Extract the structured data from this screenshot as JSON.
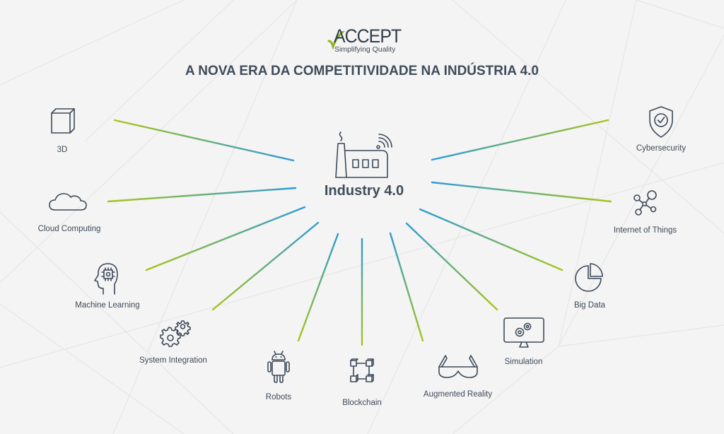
{
  "logo": {
    "wordmark": "ACCEPT",
    "tagline": "Simplifying Quality",
    "check_color": "#8fb31f",
    "text_color": "#2f3d4c"
  },
  "title": "A NOVA ERA DA COMPETITIVIDADE NA INDÚSTRIA 4.0",
  "hub": {
    "label": "Industry 4.0",
    "icon": "factory-icon"
  },
  "colors": {
    "background": "#f4f4f4",
    "icon_stroke": "#3d4a59",
    "line_inner": "#2a9bd6",
    "line_outer": "#a8c418"
  },
  "nodes": [
    {
      "id": "3d",
      "label": "3D",
      "icon": "cube-icon"
    },
    {
      "id": "cloud",
      "label": "Cloud Computing",
      "icon": "cloud-icon"
    },
    {
      "id": "ml",
      "label": "Machine Learning",
      "icon": "head-chip-icon"
    },
    {
      "id": "sysint",
      "label": "System Integration",
      "icon": "gears-icon"
    },
    {
      "id": "robots",
      "label": "Robots",
      "icon": "robot-icon"
    },
    {
      "id": "blockchain",
      "label": "Blockchain",
      "icon": "blockchain-icon"
    },
    {
      "id": "ar",
      "label": "Augmented Reality",
      "icon": "vr-goggles-icon"
    },
    {
      "id": "sim",
      "label": "Simulation",
      "icon": "monitor-gears-icon"
    },
    {
      "id": "bigdata",
      "label": "Big Data",
      "icon": "pie-chart-icon"
    },
    {
      "id": "iot",
      "label": "Internet of Things",
      "icon": "network-nodes-icon"
    },
    {
      "id": "cyber",
      "label": "Cybersecurity",
      "icon": "shield-check-icon"
    }
  ]
}
